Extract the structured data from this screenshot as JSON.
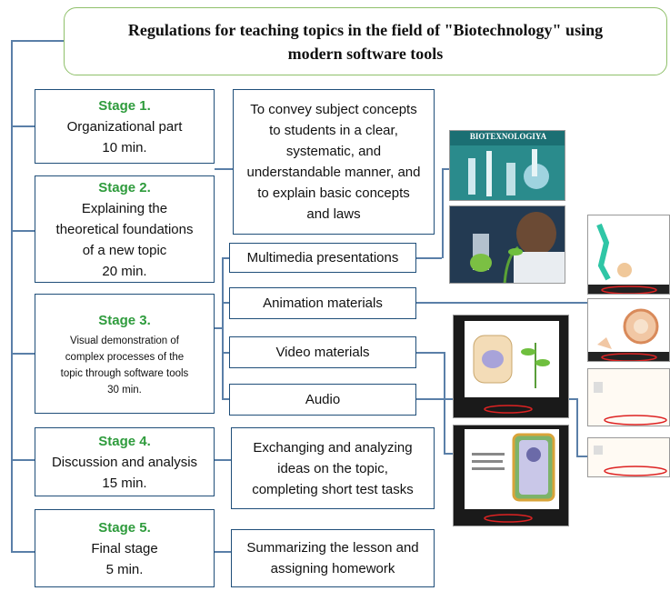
{
  "title": "Regulations for teaching topics in the field of \"Biotechnology\" using modern software tools",
  "stages": [
    {
      "label": "Stage 1.",
      "lines": [
        "Organizational part",
        "10 min."
      ]
    },
    {
      "label": "Stage 2.",
      "lines": [
        "Explaining the",
        "theoretical foundations",
        "of a new topic",
        "20 min."
      ]
    },
    {
      "label": "Stage 3.",
      "lines": [
        "Visual demonstration of",
        "complex processes of the",
        "topic through software tools",
        "30 min."
      ]
    },
    {
      "label": "Stage 4.",
      "lines": [
        "Discussion and analysis",
        "15 min."
      ]
    },
    {
      "label": "Stage 5.",
      "lines": [
        "Final stage",
        "5 min."
      ]
    }
  ],
  "explain_box": "To convey subject concepts to students in a clear, systematic, and understandable manner, and to explain basic concepts and laws",
  "tools": [
    "Multimedia presentations",
    "Animation materials",
    "Video materials",
    "Audio"
  ],
  "discussion_box": "Exchanging and analyzing ideas on the topic, completing short test tasks",
  "final_box": "Summarizing the lesson and assigning homework",
  "image_caption": "BIOTEXNOLOGIYA",
  "colors": {
    "stage_label": "#2e9b3c",
    "border": "#1f4e79",
    "title_border": "#8fc06a",
    "connector": "#5a7fa8"
  }
}
